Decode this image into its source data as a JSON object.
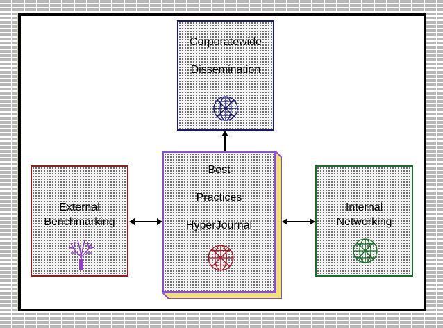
{
  "diagram": {
    "nodes": {
      "corporate": {
        "line1": "Corporatewide",
        "line2": "Dissemination",
        "icon": "globe-icon",
        "color": "#1a1a6e"
      },
      "external": {
        "line1": "External",
        "line2": "Benchmarking",
        "icon": "tree-icon",
        "color": "#8b2020"
      },
      "internal": {
        "line1": "Internal",
        "line2": "Networking",
        "icon": "globe-icon",
        "color": "#1a6e2a"
      },
      "center": {
        "line1": "Best",
        "line2": "Practices",
        "line3": "HyperJournal",
        "icon": "globe-icon",
        "color": "#8c4fd0"
      }
    },
    "edges": [
      {
        "from": "center",
        "to": "corporate",
        "type": "one-way"
      },
      {
        "from": "center",
        "to": "external",
        "type": "two-way"
      },
      {
        "from": "center",
        "to": "internal",
        "type": "two-way"
      }
    ]
  }
}
